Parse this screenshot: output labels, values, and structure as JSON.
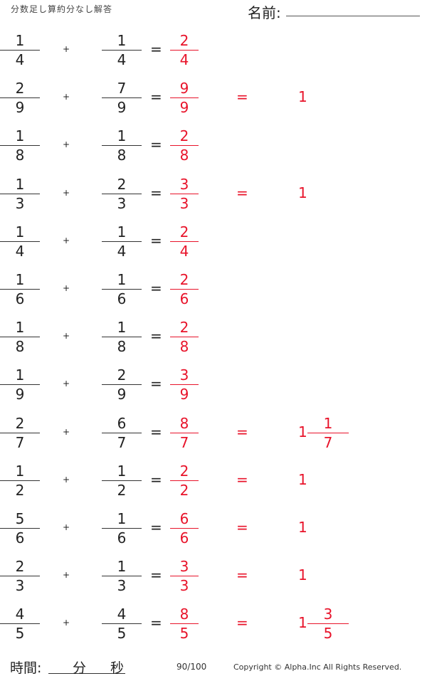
{
  "header": {
    "title": "分数足し算約分なし解答",
    "name_label": "名前:"
  },
  "problems": [
    {
      "a": [
        "1",
        "4"
      ],
      "b": [
        "1",
        "4"
      ],
      "ans": [
        "2",
        "4"
      ],
      "whole": "",
      "rest": null
    },
    {
      "a": [
        "2",
        "9"
      ],
      "b": [
        "7",
        "9"
      ],
      "ans": [
        "9",
        "9"
      ],
      "whole": "1",
      "rest": null
    },
    {
      "a": [
        "1",
        "8"
      ],
      "b": [
        "1",
        "8"
      ],
      "ans": [
        "2",
        "8"
      ],
      "whole": "",
      "rest": null
    },
    {
      "a": [
        "1",
        "3"
      ],
      "b": [
        "2",
        "3"
      ],
      "ans": [
        "3",
        "3"
      ],
      "whole": "1",
      "rest": null
    },
    {
      "a": [
        "1",
        "4"
      ],
      "b": [
        "1",
        "4"
      ],
      "ans": [
        "2",
        "4"
      ],
      "whole": "",
      "rest": null
    },
    {
      "a": [
        "1",
        "6"
      ],
      "b": [
        "1",
        "6"
      ],
      "ans": [
        "2",
        "6"
      ],
      "whole": "",
      "rest": null
    },
    {
      "a": [
        "1",
        "8"
      ],
      "b": [
        "1",
        "8"
      ],
      "ans": [
        "2",
        "8"
      ],
      "whole": "",
      "rest": null
    },
    {
      "a": [
        "1",
        "9"
      ],
      "b": [
        "2",
        "9"
      ],
      "ans": [
        "3",
        "9"
      ],
      "whole": "",
      "rest": null
    },
    {
      "a": [
        "2",
        "7"
      ],
      "b": [
        "6",
        "7"
      ],
      "ans": [
        "8",
        "7"
      ],
      "whole": "1",
      "rest": [
        "1",
        "7"
      ]
    },
    {
      "a": [
        "1",
        "2"
      ],
      "b": [
        "1",
        "2"
      ],
      "ans": [
        "2",
        "2"
      ],
      "whole": "1",
      "rest": null
    },
    {
      "a": [
        "5",
        "6"
      ],
      "b": [
        "1",
        "6"
      ],
      "ans": [
        "6",
        "6"
      ],
      "whole": "1",
      "rest": null
    },
    {
      "a": [
        "2",
        "3"
      ],
      "b": [
        "1",
        "3"
      ],
      "ans": [
        "3",
        "3"
      ],
      "whole": "1",
      "rest": null
    },
    {
      "a": [
        "4",
        "5"
      ],
      "b": [
        "4",
        "5"
      ],
      "ans": [
        "8",
        "5"
      ],
      "whole": "1",
      "rest": [
        "3",
        "5"
      ]
    }
  ],
  "symbols": {
    "plus": "+",
    "equals": "="
  },
  "footer": {
    "time_label": "時間:",
    "minutes": "分",
    "seconds": "秒",
    "score": "90/100",
    "copyright": "Copyright © Alpha.Inc All Rights Reserved."
  }
}
